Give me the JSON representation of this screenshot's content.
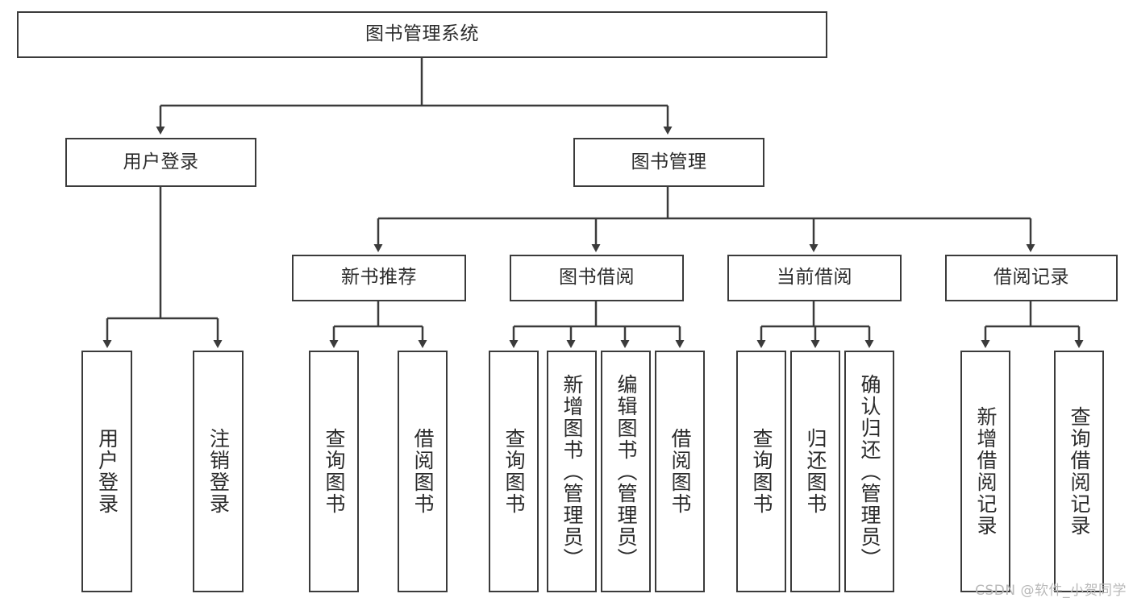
{
  "diagram": {
    "title": "图书管理系统",
    "type": "tree-hierarchy-diagram",
    "colors": {
      "stroke": "#3b3b3b",
      "fill": "#ffffff",
      "text": "#2b2b2b",
      "watermark": "#b9b9b9"
    },
    "root": {
      "label": "图书管理系统"
    },
    "level2": [
      {
        "label": "用户登录"
      },
      {
        "label": "图书管理"
      }
    ],
    "level3": [
      {
        "label": "新书推荐"
      },
      {
        "label": "图书借阅"
      },
      {
        "label": "当前借阅"
      },
      {
        "label": "借阅记录"
      }
    ],
    "leaves": {
      "user_login": [
        {
          "label": "用户登录"
        },
        {
          "label": "注销登录"
        }
      ],
      "new_book_recommend": [
        {
          "label": "查询图书"
        },
        {
          "label": "借阅图书"
        }
      ],
      "book_borrow": [
        {
          "label": "查询图书"
        },
        {
          "label": "新增图书（管理员）"
        },
        {
          "label": "编辑图书（管理员）"
        },
        {
          "label": "借阅图书"
        }
      ],
      "current_borrow": [
        {
          "label": "查询图书"
        },
        {
          "label": "归还图书"
        },
        {
          "label": "确认归还（管理员）"
        }
      ],
      "borrow_record": [
        {
          "label": "新增借阅记录"
        },
        {
          "label": "查询借阅记录"
        }
      ]
    }
  },
  "watermark": {
    "text": "CSDN @软件_小贺同学"
  }
}
